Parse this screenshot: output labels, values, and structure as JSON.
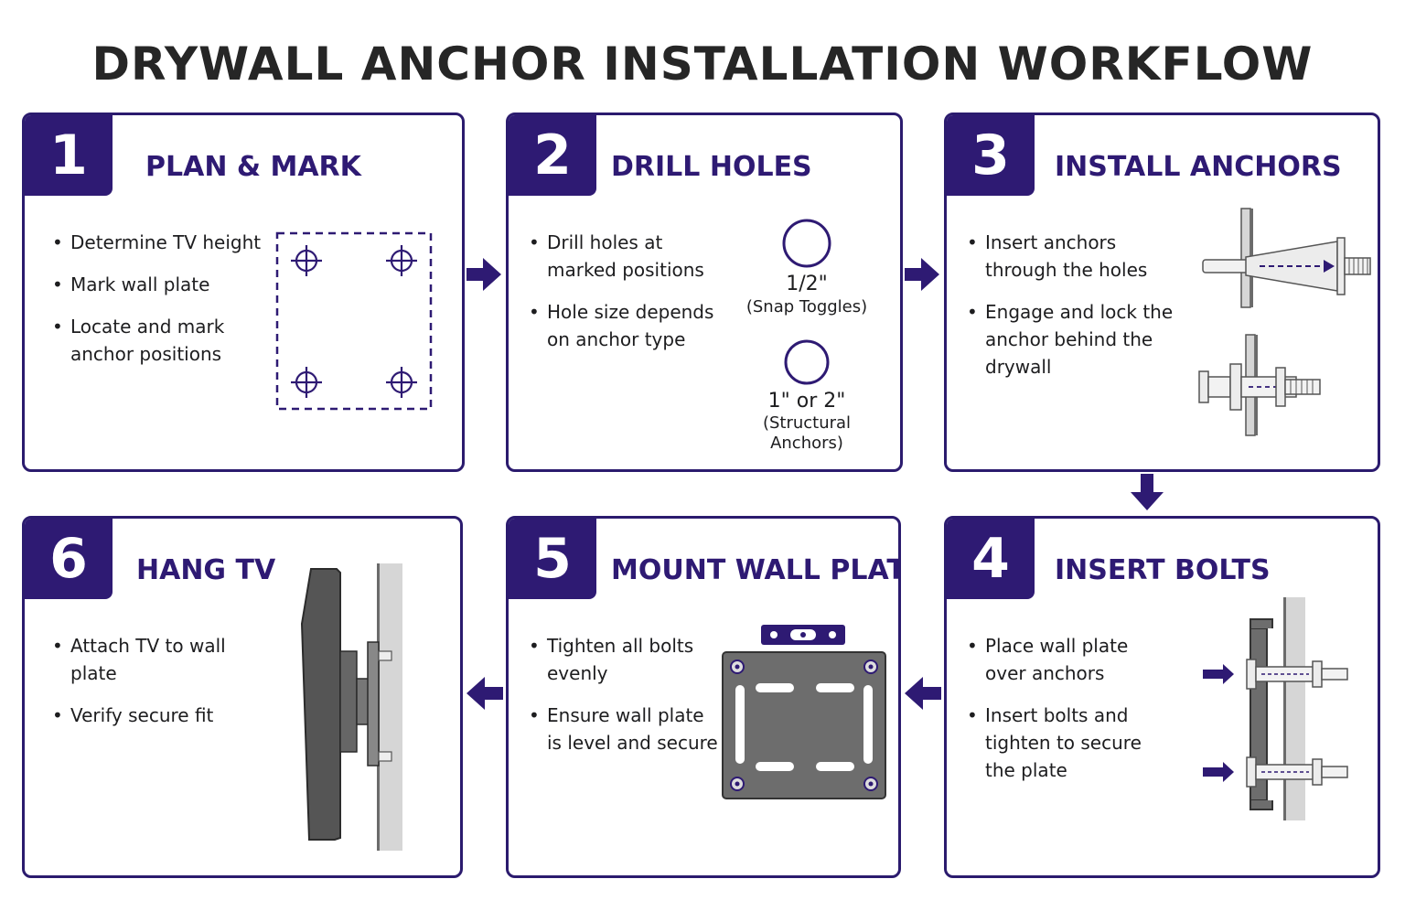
{
  "title": "DRYWALL ANCHOR INSTALLATION WORKFLOW",
  "colors": {
    "accent": "#2e1a73",
    "border": "#2b1b6e",
    "metal": "#6b6b6b",
    "wall": "#d6d6d6"
  },
  "steps": [
    {
      "number": "1",
      "title": "PLAN & MARK",
      "bullets": [
        "Determine TV height",
        "Mark wall plate",
        "Locate and mark anchor positions"
      ],
      "icon": "marked-template-icon"
    },
    {
      "number": "2",
      "title": "DRILL HOLES",
      "bullets": [
        "Drill holes at marked positions",
        "Hole size depends on anchor type"
      ],
      "icon": "drill-hole-icon",
      "holes": [
        {
          "size": "1/2\"",
          "note": "(Snap Toggles)"
        },
        {
          "size": "1\" or 2\"",
          "note": "(Structural Anchors)"
        }
      ]
    },
    {
      "number": "3",
      "title": "INSTALL ANCHORS",
      "bullets": [
        "Insert anchors through the holes",
        "Engage and lock the anchor behind the drywall"
      ],
      "icon": "anchor-icon"
    },
    {
      "number": "4",
      "title": "INSERT BOLTS",
      "bullets": [
        "Place wall plate over anchors",
        "Insert bolts and tighten to secure the plate"
      ],
      "icon": "bolt-icon"
    },
    {
      "number": "5",
      "title": "MOUNT WALL PLATE",
      "bullets": [
        "Tighten all bolts evenly",
        "Ensure wall plate is level and secure"
      ],
      "icon": "wall-plate-icon"
    },
    {
      "number": "6",
      "title": "HANG TV",
      "bullets": [
        "Attach TV to wall plate",
        "Verify secure fit"
      ],
      "icon": "tv-mount-icon"
    }
  ]
}
